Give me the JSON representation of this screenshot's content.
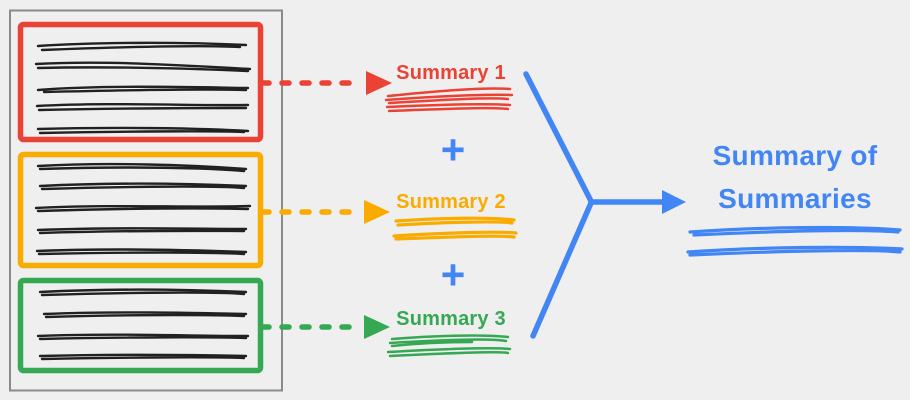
{
  "diagram": {
    "description": "Three highlighted sections of a document are each summarized, then combined into a summary of summaries"
  },
  "summaries": [
    {
      "label": "Summary 1",
      "color": "#EA4335"
    },
    {
      "label": "Summary 2",
      "color": "#F9AB00"
    },
    {
      "label": "Summary 3",
      "color": "#34A853"
    }
  ],
  "operators": {
    "plus": "+"
  },
  "result": {
    "title_line1": "Summary of",
    "title_line2": "Summaries",
    "color": "#4285F4"
  },
  "colors": {
    "red": "#EA4335",
    "orange": "#F9AB00",
    "green": "#34A853",
    "blue": "#4285F4",
    "ink": "#212121",
    "frame": "#8A8A8A",
    "background": "#EFEFEF"
  }
}
